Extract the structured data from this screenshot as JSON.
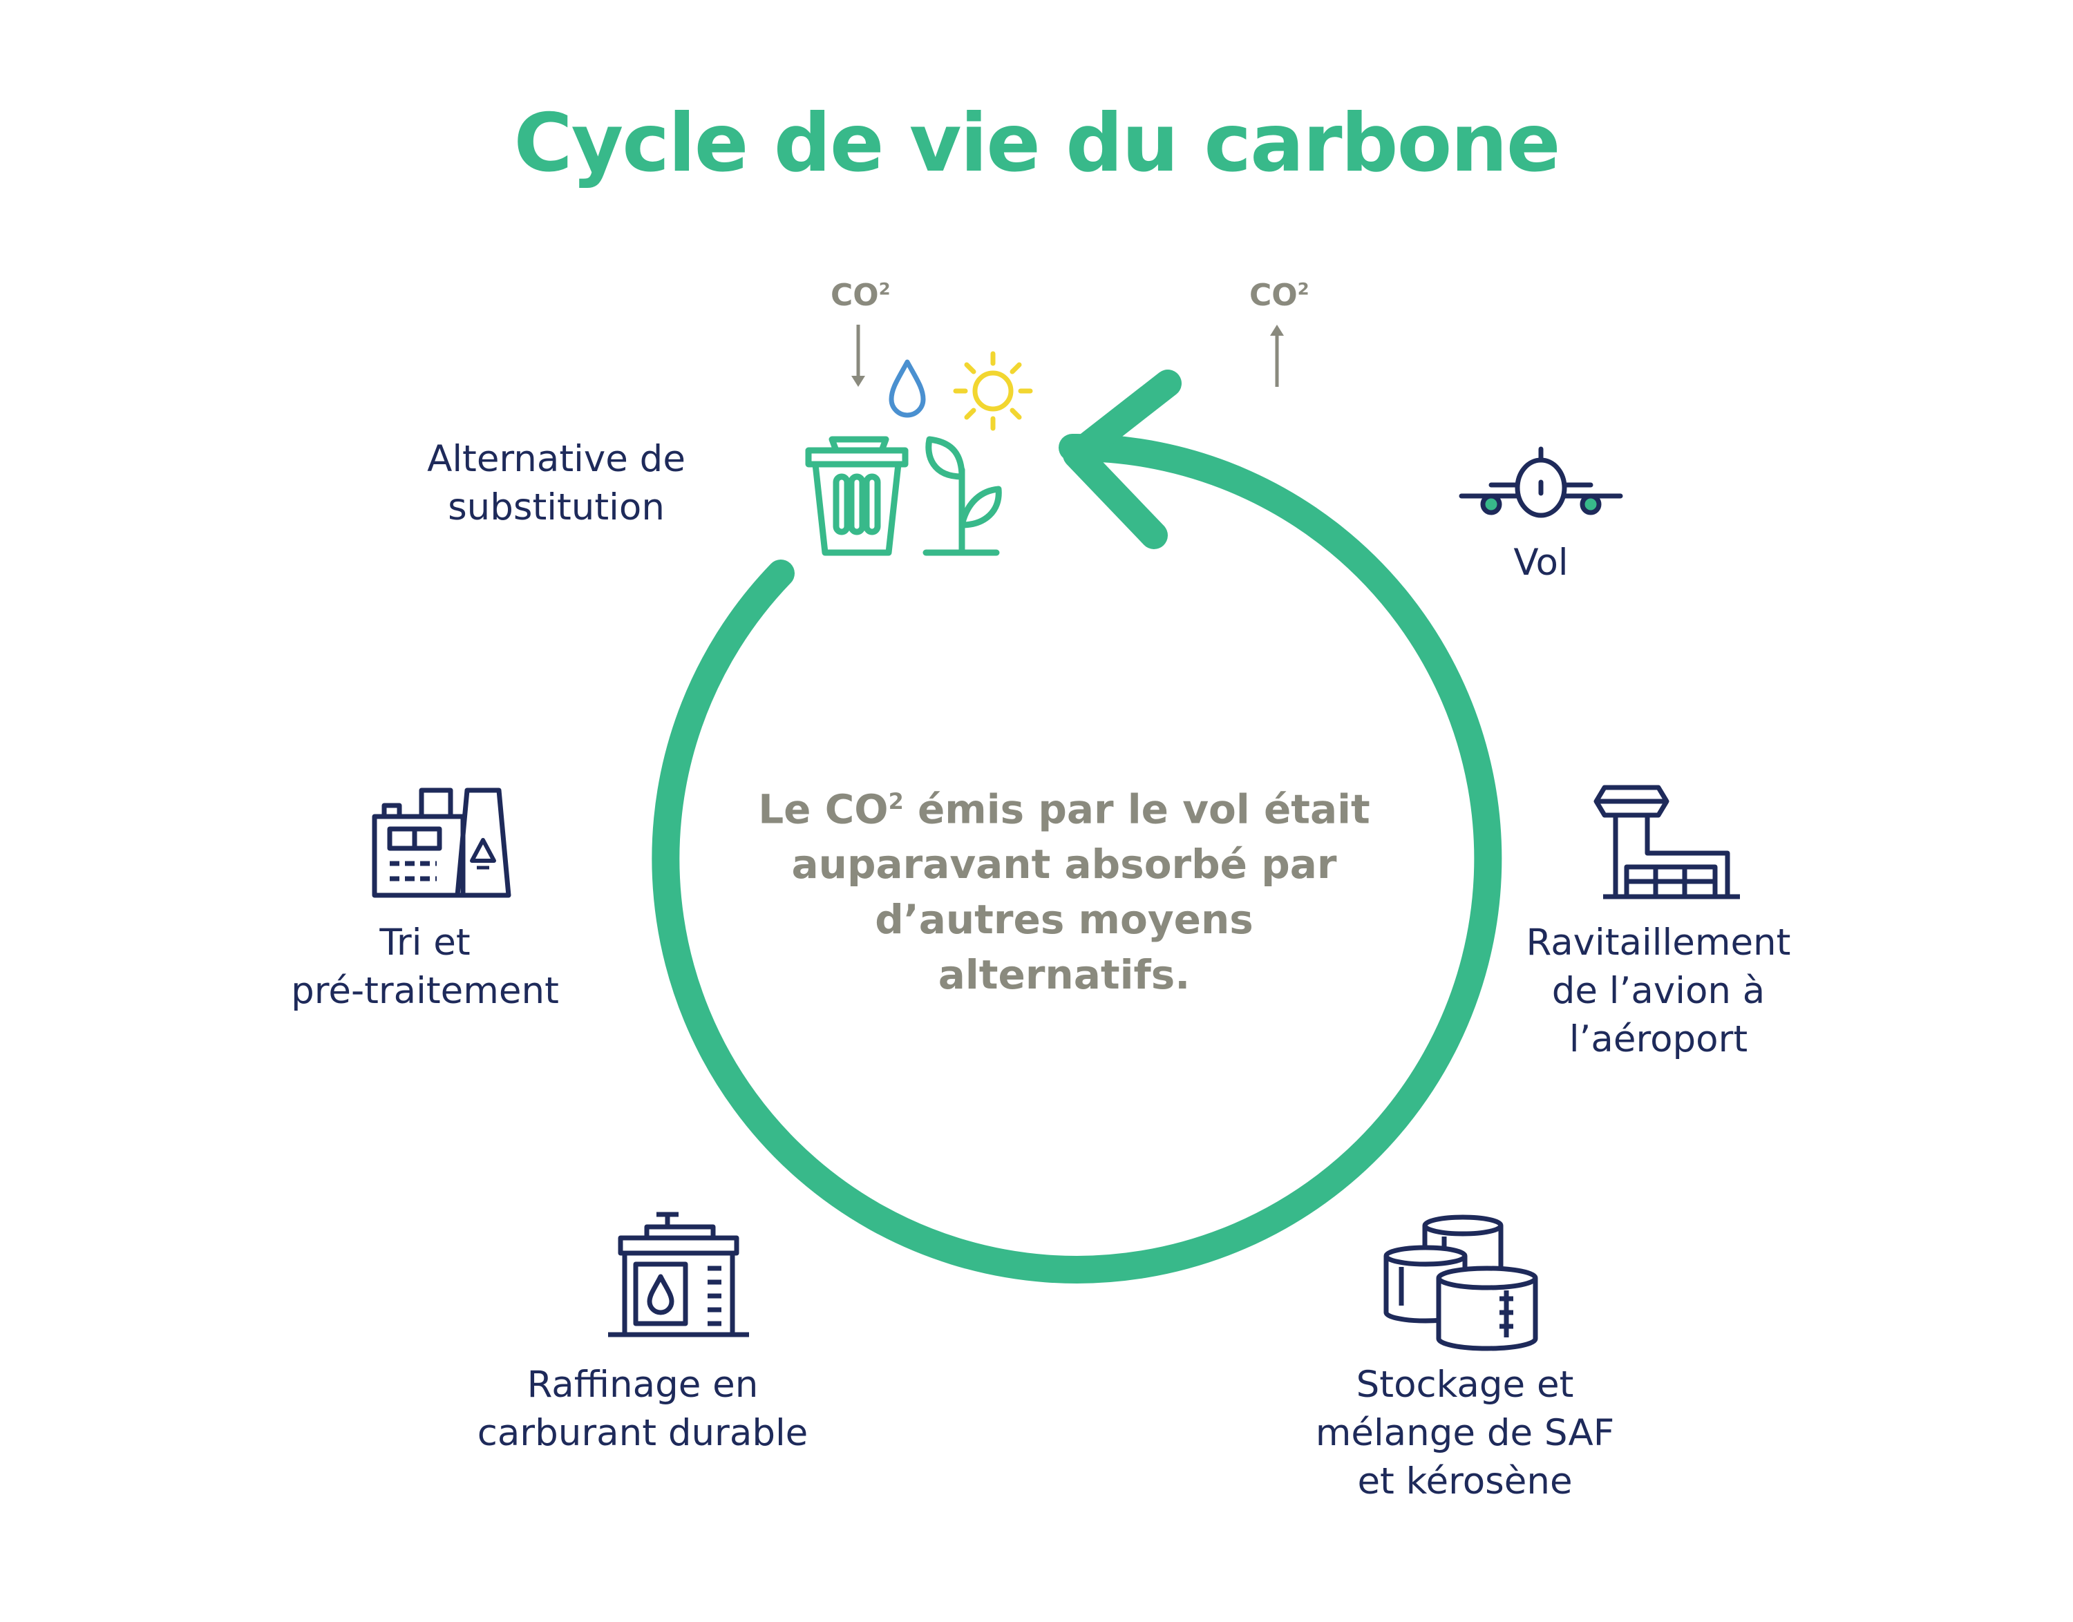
{
  "title": "Cycle de vie du carbone",
  "center": {
    "line1_prefix": "Le CO",
    "superscript": "2",
    "line1_suffix": " émis par le vol",
    "rest": "était auparavant absorbé par d’autres moyens alternatifs."
  },
  "co2_in": {
    "text": "CO",
    "sup": "2"
  },
  "co2_out": {
    "text": "CO",
    "sup": "2"
  },
  "stages": {
    "alternative": "Alternative de\nsubstitution",
    "vol": "Vol",
    "ravitaillement": "Ravitaillement\nde l’avion à\nl’aéroport",
    "stockage": "Stockage et\nmélange de SAF\net kérosène",
    "raffinage": "Raffinage en\ncarburant durable",
    "tri": "Tri et\npré-traitement"
  },
  "colors": {
    "accent": "#38b98a",
    "navy": "#1e2a5a",
    "gray": "#8a8a7e",
    "drop": "#4a90d0",
    "sun": "#f2d630"
  },
  "icons": [
    "trash-bin-icon",
    "plant-icon",
    "water-drop-icon",
    "sun-icon",
    "airplane-icon",
    "control-tower-icon",
    "storage-tanks-icon",
    "refinery-icon",
    "recycling-factory-icon"
  ]
}
